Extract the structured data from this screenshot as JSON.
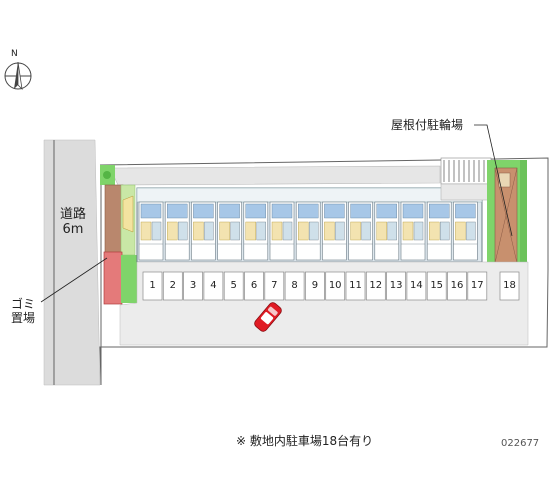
{
  "compass": {
    "north_label": "N",
    "icon": "north-arrow-icon"
  },
  "road": {
    "name": "道路",
    "width": "6m"
  },
  "garbage": {
    "label_line1": "ゴミ",
    "label_line2": "置場"
  },
  "bicycle_parking": {
    "label": "屋根付駐輪場"
  },
  "parking_slots": [
    "1",
    "2",
    "3",
    "4",
    "5",
    "6",
    "7",
    "8",
    "9",
    "10",
    "11",
    "12",
    "13",
    "14",
    "15",
    "16",
    "17",
    "18"
  ],
  "highlighted_slot": {
    "icon": "red-car-icon"
  },
  "footnote": "※ 敷地内駐車場18台有り",
  "map_code": "022677",
  "colors": {
    "building": "#a9cbdc",
    "unit_roof": "#a7c7e7",
    "road": "#dcdcdc",
    "parking_lot": "#ececec",
    "grass": "#7fd46a",
    "brick": "#b9876d",
    "car": "#e01b24"
  }
}
